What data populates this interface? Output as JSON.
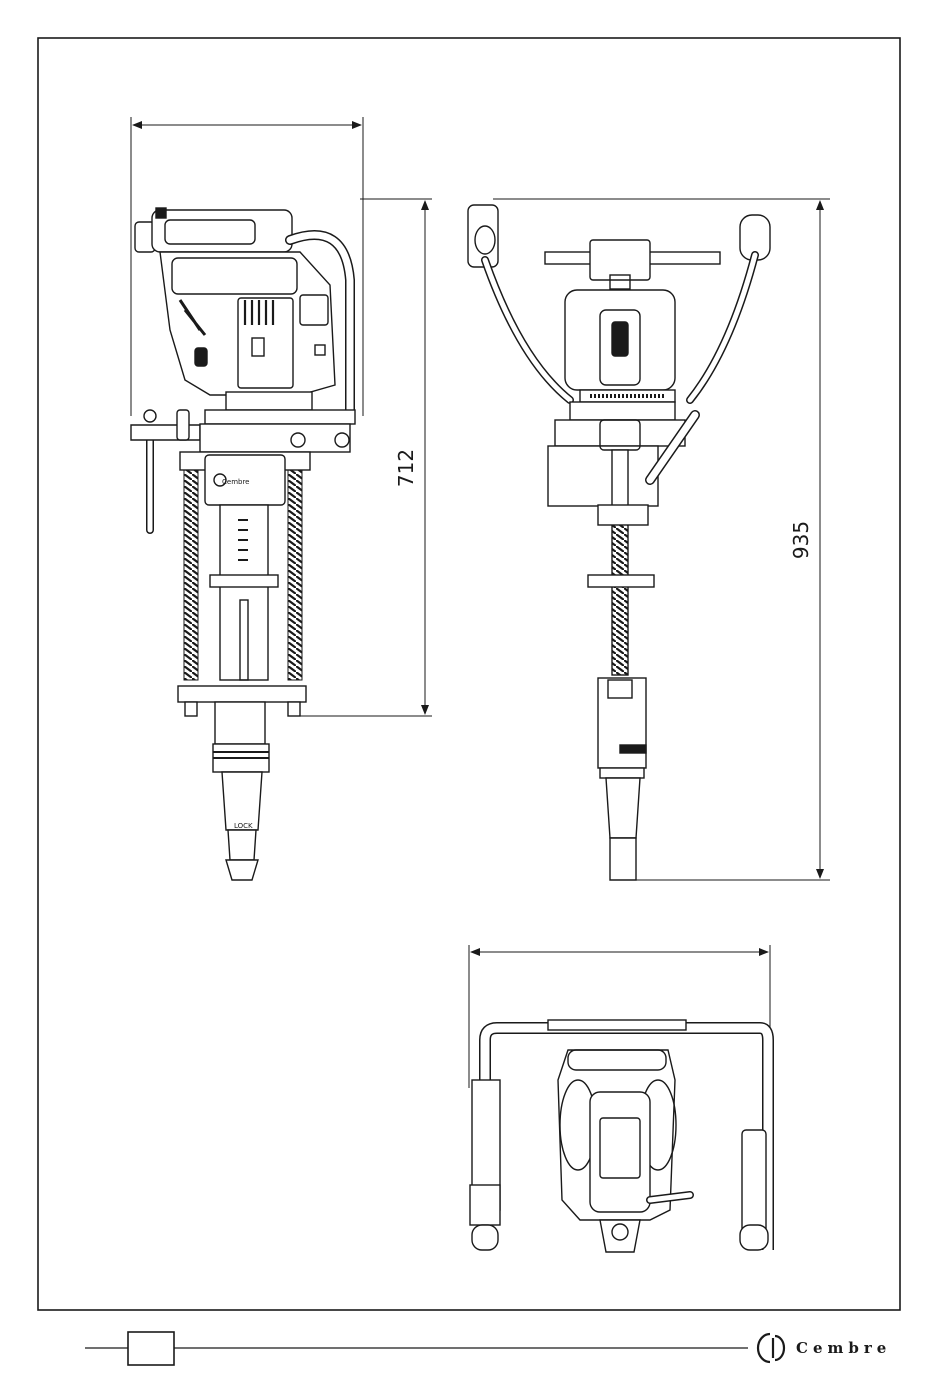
{
  "drawing": {
    "dimensions": {
      "side_height_label": "712",
      "front_height_label": "935"
    },
    "tool_labels": {
      "side_logo_text": "Cembre",
      "lock_text": "LOCK"
    }
  },
  "footer": {
    "page_number": "",
    "brand_text": "Cembre"
  }
}
